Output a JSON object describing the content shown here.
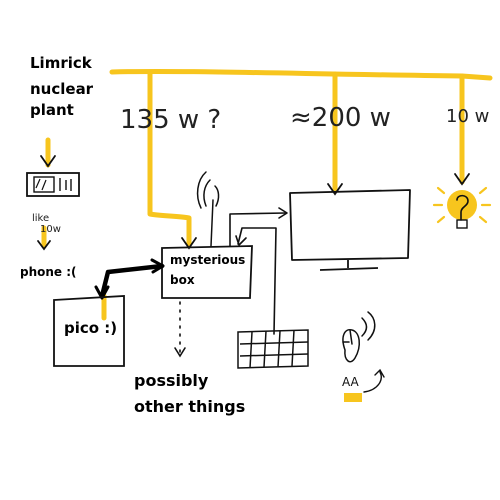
{
  "labels": {
    "plant": [
      "Limrick",
      "nuclear",
      "plant"
    ],
    "w135": "135 w ?",
    "w200": "≈200 w",
    "w10": "10 w",
    "meter_note": [
      "like",
      "10w"
    ],
    "phone": "phone :(",
    "mystery": [
      "mysterious",
      "box"
    ],
    "pico": "pico :)",
    "other": [
      "possibly",
      "other things"
    ],
    "mouse_batt": "AA"
  },
  "colors": {
    "wire": "#f7c51e",
    "ink": "#111111",
    "cable": "#000000"
  },
  "icons": [
    "wifi-icon",
    "lightbulb-icon",
    "mouse-icon",
    "battery-icon",
    "monitor-icon",
    "keyboard-icon",
    "power-meter-icon"
  ]
}
